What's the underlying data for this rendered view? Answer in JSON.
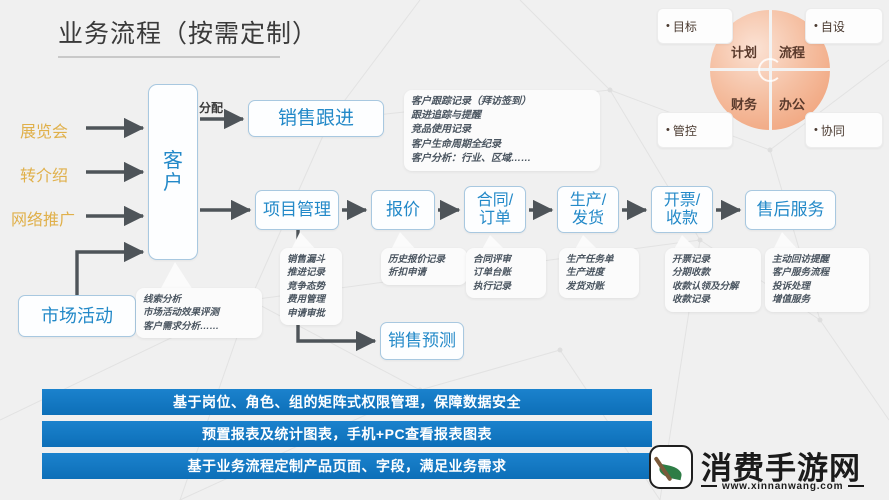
{
  "title": "业务流程（按需定制）",
  "sources": [
    {
      "label": "展览会"
    },
    {
      "label": "转介绍"
    },
    {
      "label": "网络推广"
    }
  ],
  "assign_label": "分配",
  "boxes": {
    "customer_line1": "客",
    "customer_line2": "户",
    "sales_follow": "销售跟进",
    "project": "项目管理",
    "quote": "报价",
    "contract": "合同/\n订单",
    "produce": "生产/\n发货",
    "invoice": "开票/\n收款",
    "service": "售后服务",
    "forecast": "销售预测",
    "market": "市场活动"
  },
  "notes": {
    "sales_follow": "客户跟踪记录（拜访签到）\n跟进追踪与提醒\n竞品使用记录\n客户生命周期全纪录\n客户分析：行业、区域……",
    "project": "销售漏斗\n推进记录\n竞争态势\n费用管理\n申请审批",
    "quote": "历史报价记录\n折扣申请",
    "contract": "合同评审\n订单台账\n执行记录",
    "produce": "生产任务单\n生产进度\n发货对账",
    "invoice": "开票记录\n分期收款\n收款认领及分解\n收款记录",
    "service": "主动回访提醒\n客户服务流程\n投诉处理\n增值服务",
    "market": "线索分析\n市场活动效果评测\n客户需求分析……"
  },
  "banners": [
    "基于岗位、角色、组的矩阵式权限管理，保障数据安全",
    "预置报表及统计图表，手机+PC查看报表图表",
    "基于业务流程定制产品页面、字段，满足业务需求"
  ],
  "quadrant": {
    "plan": "计划",
    "process": "流程",
    "finance": "财务",
    "office": "办公",
    "corners": {
      "goal": "目标",
      "self": "自设",
      "control": "管控",
      "coop": "协同"
    },
    "bullet": "•"
  },
  "watermark": {
    "name": "消费手游网",
    "url": "www.xinnanwang.com"
  },
  "colors": {
    "accent_blue": "#2389c8",
    "banner_blue": "#1277c2",
    "source_gold": "#e0b04a",
    "circle_orange": "#ef9a6f",
    "background": "#f0f0f0"
  }
}
